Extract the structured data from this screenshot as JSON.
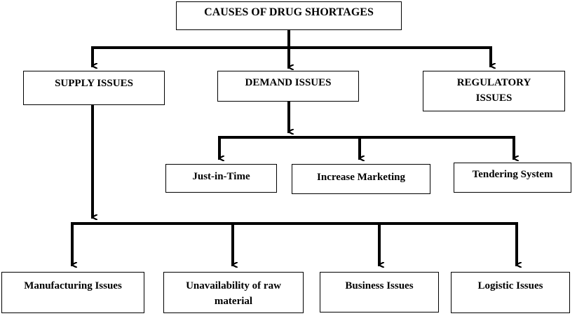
{
  "root": "CAUSES OF DRUG SHORTAGES",
  "categories": {
    "supply": "SUPPLY ISSUES",
    "demand": "DEMAND ISSUES",
    "regulatory": "REGULATORY\nISSUES"
  },
  "demand_items": {
    "just_in_time": "Just-in-Time",
    "increase_marketing": "Increase Marketing",
    "tendering_system": "Tendering System"
  },
  "supply_items": {
    "manufacturing": "Manufacturing Issues",
    "raw_material": "Unavailability of raw\nmaterial",
    "business": "Business Issues",
    "logistic": "Logistic Issues"
  }
}
